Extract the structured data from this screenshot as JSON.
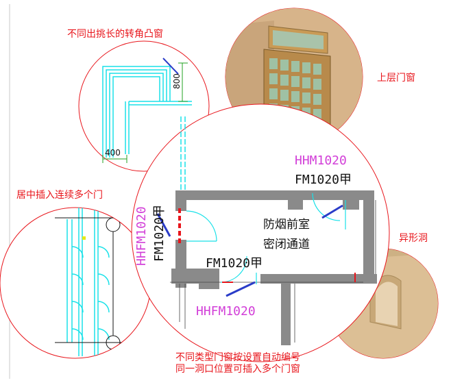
{
  "labels": {
    "bay_window": "不同出挑长的转角凸窗",
    "upper_door": "上层门窗",
    "insert_doors": "居中插入连续多个门",
    "special_opening": "异形洞",
    "auto_number_line1": "不同类型门窗按设置自动编号",
    "auto_number_line2": "同一洞口位置可插入多个门窗"
  },
  "dimensions": {
    "vertical": "800",
    "horizontal": "400"
  },
  "plan": {
    "tag_hhm_top": "HHM1020",
    "tag_fm_top": "FM1020甲",
    "tag_hhfm_left": "HHFM1020",
    "tag_fm_left": "FM1020甲",
    "tag_fm_mid": "FM1020甲",
    "tag_hhfm_bottom": "HHFM1020",
    "room_name_line1": "防烟前室",
    "room_name_line2": "密闭通道"
  },
  "colors": {
    "circle_outline": "#e8151b",
    "wall_fill": "#8a8a8a",
    "window_cyan": "#19e1e8",
    "door_tag_magenta": "#d23fd8",
    "wall_3d": "#d9b88c"
  }
}
